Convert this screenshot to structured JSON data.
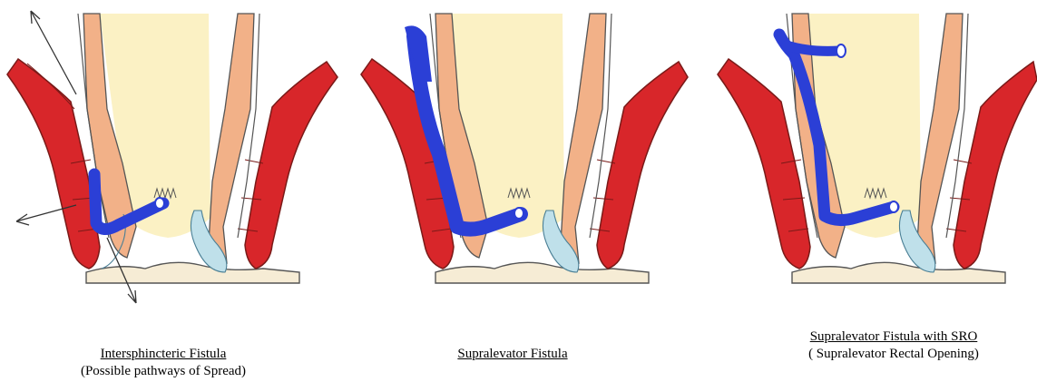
{
  "colors": {
    "rectum_fill": "#fbf1c4",
    "muscle_red": "#d8262a",
    "muscle_dark": "#7a1a18",
    "sphincter_tan": "#f2b188",
    "fistula_blue": "#2b3fd6",
    "outline": "#4a4a4a",
    "skin": "#f6ecd5",
    "gland_blue": "#bfe0ea"
  },
  "panels": [
    {
      "title": "Intersphincteric Fistula",
      "subtitle": "(Possible pathways of Spread)",
      "arrows": [
        "spread-up-arrow",
        "spread-lateral-arrow",
        "spread-down-arrow"
      ]
    },
    {
      "title": "Supralevator Fistula",
      "subtitle": ""
    },
    {
      "title": "Supralevator Fistula with SRO",
      "subtitle": "( Supralevator Rectal Opening)"
    }
  ]
}
